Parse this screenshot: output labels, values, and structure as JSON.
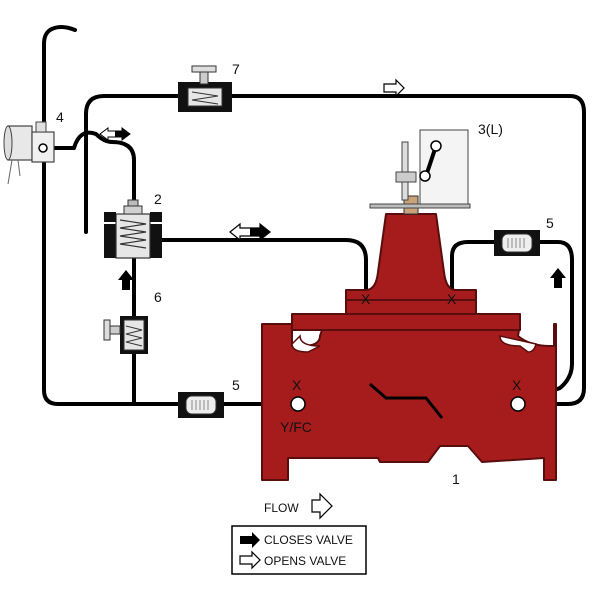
{
  "diagram": {
    "components": {
      "main_valve": "1",
      "pilot_valve": "2",
      "limit_switch": "3(L)",
      "solenoid": "4",
      "strainer_top": "5",
      "strainer_bottom": "5",
      "needle_valve": "6",
      "ball_valve": "7"
    },
    "marks": {
      "port_x": "X",
      "port_yfc": "Y/FC"
    },
    "flow_label": "FLOW",
    "legend": {
      "closes": "CLOSES VALVE",
      "opens": "OPENS VALVE"
    }
  },
  "colors": {
    "valve_body": "#a61c1c",
    "valve_outline": "#5a0d0d",
    "pipe": "#000000",
    "background": "#ffffff"
  }
}
